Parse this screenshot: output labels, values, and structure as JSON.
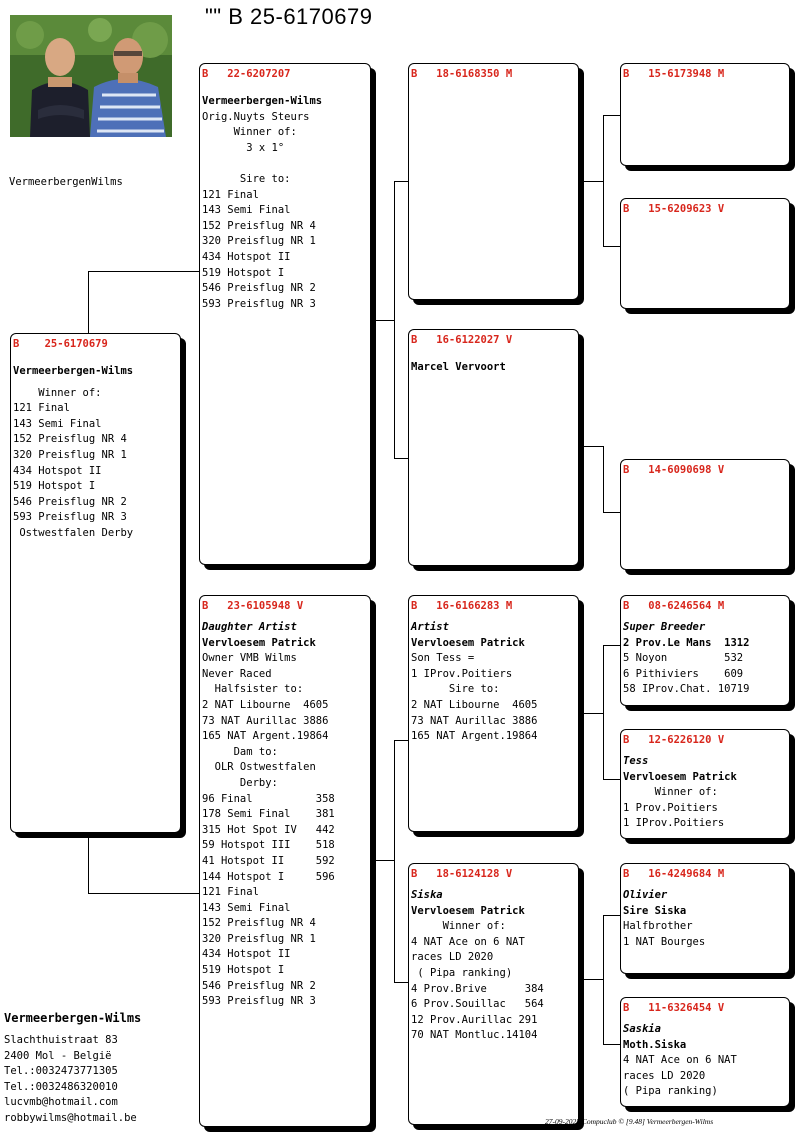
{
  "header": {
    "title": "\"\"  B    25-6170679"
  },
  "photo": {
    "alt": "Two men standing in front of a hedge"
  },
  "owner_label": "VermeerbergenWilms",
  "boxes": {
    "main": {
      "ring": "B    25-6170679",
      "lines": [
        {
          "t": "",
          "s": "gap"
        },
        {
          "t": "Vermeerbergen-Wilms",
          "s": "bold"
        },
        {
          "t": "",
          "s": "gap"
        },
        {
          "t": "    Winner of:"
        },
        {
          "t": "121 Final"
        },
        {
          "t": "143 Semi Final"
        },
        {
          "t": "152 Preisflug NR 4"
        },
        {
          "t": "320 Preisflug NR 1"
        },
        {
          "t": "434 Hotspot II"
        },
        {
          "t": "519 Hotspot I"
        },
        {
          "t": "546 Preisflug NR 2"
        },
        {
          "t": "593 Preisflug NR 3"
        },
        {
          "t": " Ostwestfalen Derby"
        }
      ]
    },
    "sire": {
      "ring": "B   22-6207207",
      "lines": [
        {
          "t": "",
          "s": "gap"
        },
        {
          "t": "Vermeerbergen-Wilms",
          "s": "bold"
        },
        {
          "t": "Orig.Nuyts Steurs"
        },
        {
          "t": "     Winner of:"
        },
        {
          "t": "       3 x 1°"
        },
        {
          "t": ""
        },
        {
          "t": "      Sire to:"
        },
        {
          "t": "121 Final"
        },
        {
          "t": "143 Semi Final"
        },
        {
          "t": "152 Preisflug NR 4"
        },
        {
          "t": "320 Preisflug NR 1"
        },
        {
          "t": "434 Hotspot II"
        },
        {
          "t": "519 Hotspot I"
        },
        {
          "t": "546 Preisflug NR 2"
        },
        {
          "t": "593 Preisflug NR 3"
        }
      ]
    },
    "dam": {
      "ring": "B   23-6105948 V",
      "lines": [
        {
          "t": "Daughter Artist",
          "s": "ital"
        },
        {
          "t": "Vervloesem Patrick",
          "s": "bold"
        },
        {
          "t": "Owner VMB Wilms"
        },
        {
          "t": "Never Raced"
        },
        {
          "t": "  Halfsister to:"
        },
        {
          "t": "2 NAT Libourne  4605"
        },
        {
          "t": "73 NAT Aurillac 3886"
        },
        {
          "t": "165 NAT Argent.19864"
        },
        {
          "t": "     Dam to:"
        },
        {
          "t": "  OLR Ostwestfalen"
        },
        {
          "t": "      Derby:"
        },
        {
          "t": "96 Final          358"
        },
        {
          "t": "178 Semi Final    381"
        },
        {
          "t": "315 Hot Spot IV   442"
        },
        {
          "t": "59 Hotspot III    518"
        },
        {
          "t": "41 Hotspot II     592"
        },
        {
          "t": "144 Hotspot I     596"
        },
        {
          "t": "121 Final"
        },
        {
          "t": "143 Semi Final"
        },
        {
          "t": "152 Preisflug NR 4"
        },
        {
          "t": "320 Preisflug NR 1"
        },
        {
          "t": "434 Hotspot II"
        },
        {
          "t": "519 Hotspot I"
        },
        {
          "t": "546 Preisflug NR 2"
        },
        {
          "t": "593 Preisflug NR 3"
        }
      ]
    },
    "ss": {
      "ring": "B   18-6168350 M",
      "lines": []
    },
    "sd": {
      "ring": "B   16-6122027 V",
      "lines": [
        {
          "t": "",
          "s": "gap"
        },
        {
          "t": "Marcel Vervoort",
          "s": "bold"
        }
      ]
    },
    "ds": {
      "ring": "B   16-6166283 M",
      "lines": [
        {
          "t": "Artist",
          "s": "ital"
        },
        {
          "t": "Vervloesem Patrick",
          "s": "bold"
        },
        {
          "t": "Son Tess ="
        },
        {
          "t": "1 IProv.Poitiers"
        },
        {
          "t": "      Sire to:"
        },
        {
          "t": "2 NAT Libourne  4605"
        },
        {
          "t": "73 NAT Aurillac 3886"
        },
        {
          "t": "165 NAT Argent.19864"
        }
      ]
    },
    "dd": {
      "ring": "B   18-6124128 V",
      "lines": [
        {
          "t": "Siska",
          "s": "ital"
        },
        {
          "t": "Vervloesem Patrick",
          "s": "bold"
        },
        {
          "t": "     Winner of:"
        },
        {
          "t": "4 NAT Ace on 6 NAT"
        },
        {
          "t": "races LD 2020"
        },
        {
          "t": " ( Pipa ranking)"
        },
        {
          "t": "4 Prov.Brive      384"
        },
        {
          "t": "6 Prov.Souillac   564"
        },
        {
          "t": "12 Prov.Aurillac 291"
        },
        {
          "t": "70 NAT Montluc.14104"
        }
      ]
    },
    "sss": {
      "ring": "B   15-6173948 M",
      "lines": []
    },
    "ssd": {
      "ring": "B   15-6209623 V",
      "lines": []
    },
    "sdd": {
      "ring": "B   14-6090698 V",
      "lines": []
    },
    "dss": {
      "ring": "B   08-6246564 M",
      "lines": [
        {
          "t": "Super Breeder",
          "s": "ital"
        },
        {
          "t": "2 Prov.Le Mans  1312",
          "s": "bold"
        },
        {
          "t": "5 Noyon         532"
        },
        {
          "t": "6 Pithiviers    609"
        },
        {
          "t": "58 IProv.Chat. 10719"
        }
      ]
    },
    "dsd": {
      "ring": "B   12-6226120 V",
      "lines": [
        {
          "t": "Tess",
          "s": "ital"
        },
        {
          "t": "Vervloesem Patrick",
          "s": "bold"
        },
        {
          "t": "     Winner of:"
        },
        {
          "t": "1 Prov.Poitiers"
        },
        {
          "t": "1 IProv.Poitiers"
        }
      ]
    },
    "dds": {
      "ring": "B   16-4249684 M",
      "lines": [
        {
          "t": "Olivier",
          "s": "ital"
        },
        {
          "t": "Sire Siska",
          "s": "bold"
        },
        {
          "t": "Halfbrother"
        },
        {
          "t": "1 NAT Bourges"
        }
      ]
    },
    "ddd": {
      "ring": "B   11-6326454 V",
      "lines": [
        {
          "t": "Saskia",
          "s": "ital"
        },
        {
          "t": "Moth.Siska",
          "s": "bold"
        },
        {
          "t": "4 NAT Ace on 6 NAT"
        },
        {
          "t": "races LD 2020"
        },
        {
          "t": "( Pipa ranking)"
        }
      ]
    }
  },
  "address": {
    "name": "Vermeerbergen-Wilms",
    "street": "Slachthuistraat 83",
    "city": "2400  Mol - België",
    "tel1": "Tel.:0032473771305",
    "tel2": "Tel.:0032486320010",
    "email1": "lucvmb@hotmail.com",
    "email2": "robbywilms@hotmail.be"
  },
  "footer": "27-09-2025    Compuclub © [9.48]  Vermeerbergen-Wilms"
}
